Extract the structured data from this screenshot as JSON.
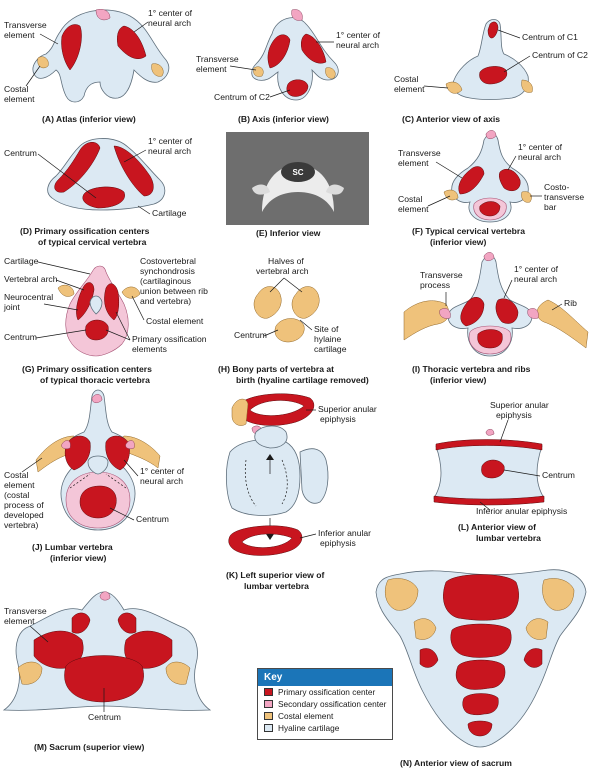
{
  "colors": {
    "primary": "#c8151f",
    "secondary": "#f2a5c2",
    "costal": "#efc27b",
    "hyaline": "#dce9f3",
    "key_header": "#1b75b8"
  },
  "panels": {
    "A": {
      "caption": "(A)  Atlas (inferior view)",
      "labels": [
        "Transverse",
        "element",
        "Costal",
        "element",
        "1° center of",
        "neural arch"
      ]
    },
    "B": {
      "caption": "(B)  Axis (inferior view)",
      "labels": [
        "Transverse",
        "element",
        "1° center of",
        "neural arch",
        "Centrum of C2"
      ]
    },
    "C": {
      "caption": "(C)  Anterior view of axis",
      "labels": [
        "Costal",
        "element",
        "Centrum of C1",
        "Centrum of C2"
      ]
    },
    "D": {
      "caption": [
        "(D)  Primary ossification centers",
        "of typical cervical vertebra"
      ],
      "labels": [
        "Centrum",
        "1° center of",
        "neural arch",
        "Cartilage"
      ]
    },
    "E": {
      "caption": "(E)  Inferior view",
      "labels": [
        "SC"
      ]
    },
    "F": {
      "caption": [
        "(F)  Typical cervical vertebra",
        "(inferior view)"
      ],
      "labels": [
        "Transverse",
        "element",
        "1° center of",
        "neural arch",
        "Costal",
        "element",
        "Costo-",
        "transverse",
        "bar"
      ]
    },
    "G": {
      "caption": [
        "(G)  Primary ossification centers",
        "of typical thoracic vertebra"
      ],
      "labels": [
        "Cartilage",
        "Vertebral arch",
        "Neurocentral",
        "joint",
        "Centrum",
        "Costovertebral",
        "synchondrosis",
        "(cartilaginous",
        "union between rib",
        "and vertebra)",
        "Costal element",
        "Primary ossification",
        "elements"
      ]
    },
    "H": {
      "caption": [
        "(H)  Bony parts of vertebra at",
        "birth (hyaline cartilage removed)"
      ],
      "labels": [
        "Halves of",
        "vertebral arch",
        "Centrum",
        "Site of",
        "hylaine",
        "cartilage"
      ]
    },
    "I": {
      "caption": [
        "(I)  Thoracic vertebra and ribs",
        "(inferior view)"
      ],
      "labels": [
        "Transverse",
        "process",
        "1° center of",
        "neural arch",
        "Rib"
      ]
    },
    "J": {
      "caption": [
        "(J)  Lumbar vertebra",
        "(inferior view)"
      ],
      "labels": [
        "Costal",
        "element",
        "(costal",
        "process of",
        "developed",
        "vertebra)",
        "1° center of",
        "neural arch",
        "Centrum"
      ]
    },
    "K": {
      "caption": [
        "(K)  Left superior view of",
        "lumbar vertebra"
      ],
      "labels": [
        "Superior anular",
        "epiphysis",
        "Inferior anular",
        "epiphysis"
      ]
    },
    "L": {
      "caption": [
        "(L)  Anterior view of",
        "lumbar vertebra"
      ],
      "labels": [
        "Superior anular",
        "epiphysis",
        "Centrum",
        "Inferior anular epiphysis"
      ]
    },
    "M": {
      "caption": "(M)  Sacrum (superior view)",
      "labels": [
        "Transverse",
        "element",
        "Centrum"
      ]
    },
    "N": {
      "caption": "(N)  Anterior view of sacrum",
      "labels": []
    }
  },
  "key": {
    "title": "Key",
    "items": [
      {
        "label": "Primary ossification center",
        "color": "#c8151f"
      },
      {
        "label": "Secondary ossification center",
        "color": "#f2a5c2"
      },
      {
        "label": "Costal element",
        "color": "#efc27b"
      },
      {
        "label": "Hyaline cartilage",
        "color": "#dce9f3"
      }
    ]
  }
}
